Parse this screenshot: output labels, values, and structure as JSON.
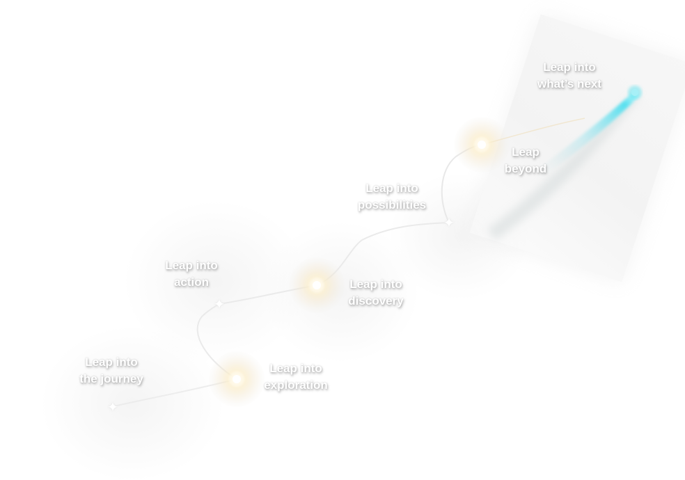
{
  "graphic": {
    "type": "journey-path",
    "accent_color": "#5fe3f0",
    "node_glow_color": "#f6e7bf",
    "label_color": "#ffffff",
    "steps": [
      {
        "id": "journey",
        "line1": "Leap into",
        "line2": "the journey",
        "marker": "spark"
      },
      {
        "id": "exploration",
        "line1": "Leap into",
        "line2": "exploration",
        "marker": "glow"
      },
      {
        "id": "action",
        "line1": "Leap into",
        "line2": "action",
        "marker": "spark"
      },
      {
        "id": "discovery",
        "line1": "Leap into",
        "line2": "discovery",
        "marker": "glow"
      },
      {
        "id": "possibilities",
        "line1": "Leap into",
        "line2": "possibilities",
        "marker": "spark"
      },
      {
        "id": "beyond",
        "line1": "Leap",
        "line2": "beyond",
        "marker": "glow"
      },
      {
        "id": "whats-next",
        "line1": "Leap into",
        "line2": "what’s next",
        "marker": "comet"
      }
    ],
    "spark_glyph": "✦"
  }
}
